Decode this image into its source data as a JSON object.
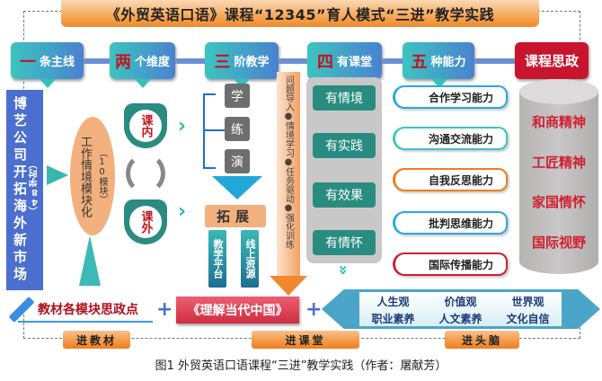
{
  "title": "《外贸英语口语》课程“12345”育人模式“三进”教学实践",
  "steps": [
    {
      "big": "一",
      "label": "条主线"
    },
    {
      "big": "两",
      "label": "个维度"
    },
    {
      "big": "三",
      "label": "阶教学"
    },
    {
      "big": "四",
      "label": "有课堂"
    },
    {
      "big": "五",
      "label": "种能力"
    },
    {
      "big": "",
      "label": "课程思政"
    }
  ],
  "main_line": {
    "label": "博艺公司开拓海外新市场",
    "hours": "（48学时）"
  },
  "dimension": {
    "label": "工作情境模块化",
    "modules": "（10模块）"
  },
  "class": {
    "inner": "课内",
    "outer": "课外"
  },
  "stages": [
    "学",
    "练",
    "演"
  ],
  "expand": {
    "label": "拓展",
    "platform": "教学平台",
    "online": "线上资源"
  },
  "process": "问题导入●情境学习●任务驱动●强化训练",
  "classrooms": [
    "有情境",
    "有实践",
    "有效果",
    "有情怀"
  ],
  "abilities": [
    {
      "label": "合作学习能力",
      "color": "#29a8e0"
    },
    {
      "label": "沟通交流能力",
      "color": "#3cc4c0"
    },
    {
      "label": "自我反思能力",
      "color": "#ef7e1c"
    },
    {
      "label": "批判思维能力",
      "color": "#29a8e0"
    },
    {
      "label": "国际传播能力",
      "color": "#d02030"
    }
  ],
  "ideology": [
    "和商精神",
    "工匠精神",
    "家国情怀",
    "国际视野"
  ],
  "bottom": {
    "textbook_points": "教材各模块思政点",
    "plus": "+",
    "book": "《理解当代中国》",
    "values_row1": [
      "人生观",
      "价值观",
      "世界观"
    ],
    "values_row2": [
      "职业素养",
      "人文素养",
      "文化自信"
    ]
  },
  "three_entries": [
    "进教材",
    "进课堂",
    "进头脑"
  ],
  "caption": "图1 外贸英语口语课程“三进”教学实践（作者：屠献芳）"
}
